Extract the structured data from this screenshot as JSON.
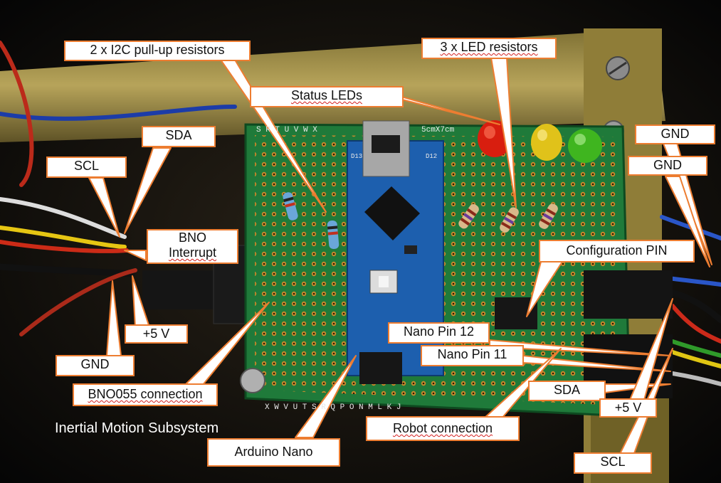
{
  "labels": {
    "pullup_resistors": "2 x I2C pull-up resistors",
    "led_resistors": "3 x LED resistors",
    "status_leds": "Status LEDs",
    "sda_left": "SDA",
    "scl_left": "SCL",
    "gnd_right_1": "GND",
    "gnd_right_2": "GND",
    "bno_interrupt_line1": "BNO",
    "bno_interrupt_line2": "Interrupt",
    "configuration_pin": "Configuration PIN",
    "plus5v_left": "+5 V",
    "gnd_left": "GND",
    "nano_pin_12": "Nano Pin 12",
    "nano_pin_11": "Nano Pin 11",
    "bno055_connection": "BNO055 connection",
    "sda_right": "SDA",
    "plus5v_right": "+5 V",
    "robot_connection": "Robot connection",
    "inertial_motion_subsystem": "Inertial Motion Subsystem",
    "arduino_nano": "Arduino Nano",
    "scl_right": "SCL"
  },
  "board_silkscreen": {
    "top_row": "S R T U V W X",
    "bottom_row": "X W V U T S R Q P O N M L K J",
    "module_text": "5cmX7cm",
    "pin_left_top": "D13",
    "pin_right_top": "D12"
  },
  "colors": {
    "callout_border": "#ED7D31",
    "callout_fill": "#FFFFFF",
    "board_green": "#1f7a3a",
    "nano_blue": "#1d5fae",
    "led_red": "#d81e0f",
    "led_yellow": "#e0c21a",
    "led_green": "#3fb51f"
  }
}
